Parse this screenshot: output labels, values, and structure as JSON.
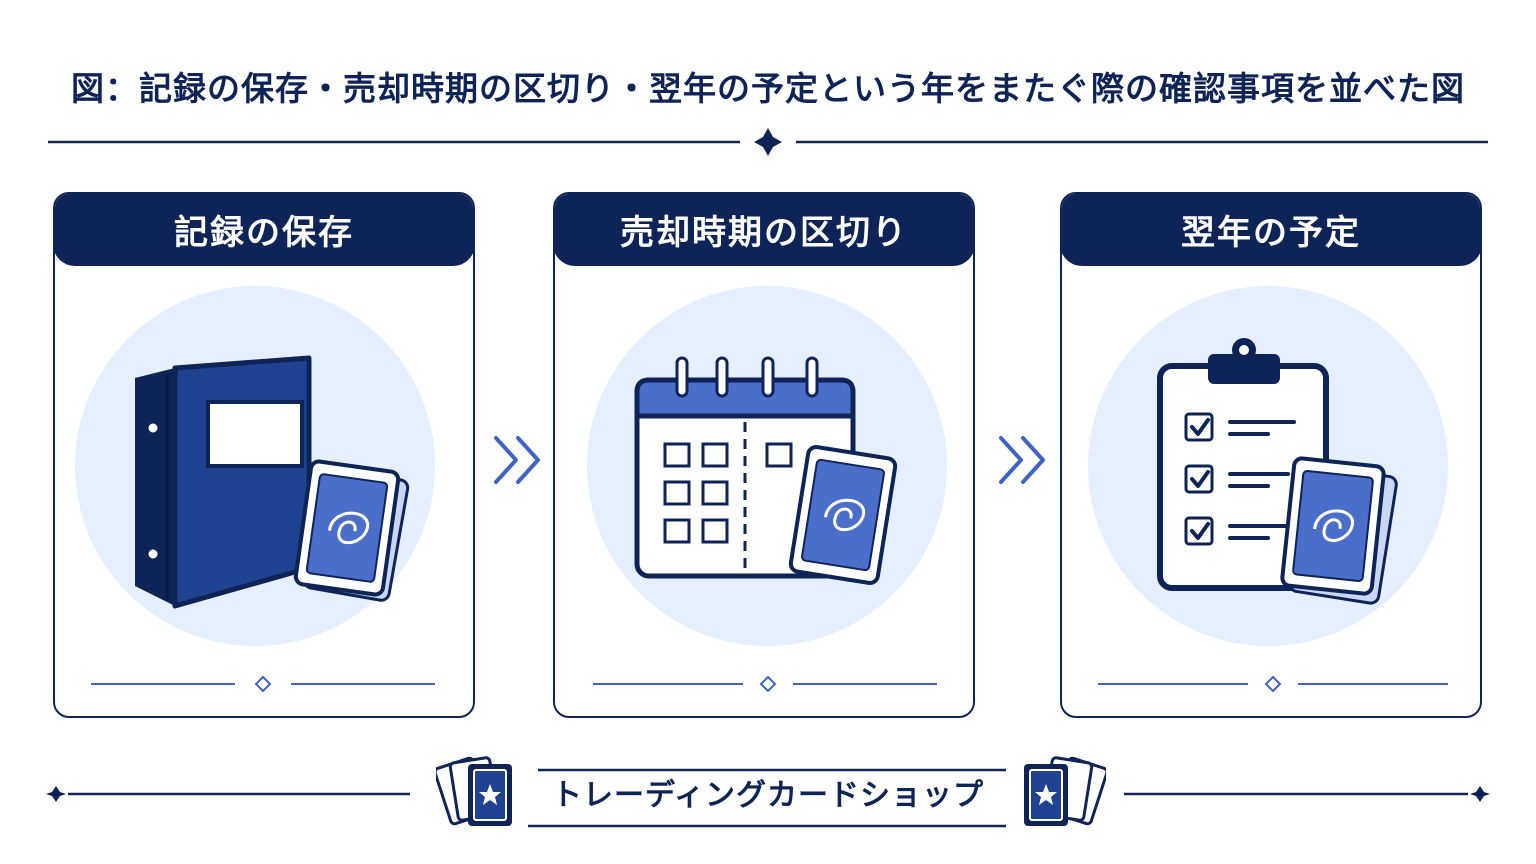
{
  "title": "図：記録の保存・売却時期の区切り・翌年の予定という年をまたぐ際の確認事項を並べた図",
  "steps": [
    {
      "label": "記録の保存",
      "icon": "binder-icon"
    },
    {
      "label": "売却時期の区切り",
      "icon": "calendar-icon"
    },
    {
      "label": "翌年の予定",
      "icon": "clipboard-checklist-icon"
    }
  ],
  "footer": {
    "shop_name": "トレーディングカードショップ"
  },
  "colors": {
    "navy": "#0f2456",
    "accent_blue": "#3f63c4",
    "circle_bg": "#e6efff"
  }
}
